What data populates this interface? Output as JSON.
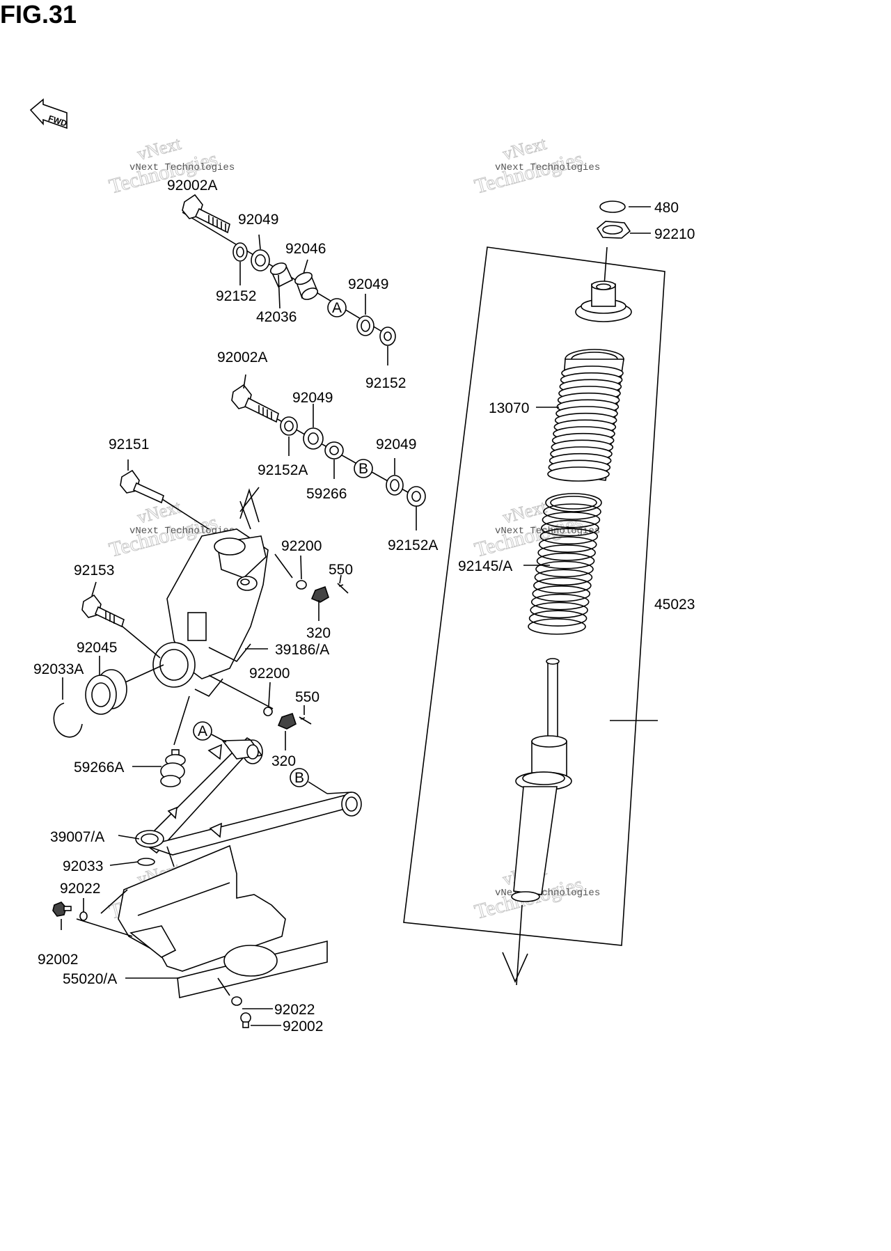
{
  "figure": {
    "title": "FIG.31",
    "fwd_label": "FWD"
  },
  "watermark": {
    "line1": "vNext Technologies",
    "line2": "vNext",
    "line3": "Technologies"
  },
  "callouts": {
    "a": "A",
    "b": "B"
  },
  "parts": [
    {
      "id": "p92002A_top",
      "label": "92002A"
    },
    {
      "id": "p92049_1",
      "label": "92049"
    },
    {
      "id": "p92046",
      "label": "92046"
    },
    {
      "id": "p92152_1",
      "label": "92152"
    },
    {
      "id": "p42036",
      "label": "42036"
    },
    {
      "id": "p92049_2",
      "label": "92049"
    },
    {
      "id": "p92152_2",
      "label": "92152"
    },
    {
      "id": "p92002A_mid",
      "label": "92002A"
    },
    {
      "id": "p92049_3",
      "label": "92049"
    },
    {
      "id": "p92152A_1",
      "label": "92152A"
    },
    {
      "id": "p92049_4",
      "label": "92049"
    },
    {
      "id": "p59266",
      "label": "59266"
    },
    {
      "id": "p92152A_2",
      "label": "92152A"
    },
    {
      "id": "p92151",
      "label": "92151"
    },
    {
      "id": "p92200_1",
      "label": "92200"
    },
    {
      "id": "p550_1",
      "label": "550"
    },
    {
      "id": "p92153",
      "label": "92153"
    },
    {
      "id": "p320_1",
      "label": "320"
    },
    {
      "id": "p92045",
      "label": "92045"
    },
    {
      "id": "p39186A",
      "label": "39186/A"
    },
    {
      "id": "p92033A",
      "label": "92033A"
    },
    {
      "id": "p92200_2",
      "label": "92200"
    },
    {
      "id": "p550_2",
      "label": "550"
    },
    {
      "id": "p320_2",
      "label": "320"
    },
    {
      "id": "p59266A",
      "label": "59266A"
    },
    {
      "id": "p39007A",
      "label": "39007/A"
    },
    {
      "id": "p92033",
      "label": "92033"
    },
    {
      "id": "p92022_1",
      "label": "92022"
    },
    {
      "id": "p92002_1",
      "label": "92002"
    },
    {
      "id": "p55020A",
      "label": "55020/A"
    },
    {
      "id": "p92022_2",
      "label": "92022"
    },
    {
      "id": "p92002_2",
      "label": "92002"
    },
    {
      "id": "p480",
      "label": "480"
    },
    {
      "id": "p92210",
      "label": "92210"
    },
    {
      "id": "p13070",
      "label": "13070"
    },
    {
      "id": "p92145A",
      "label": "92145/A"
    },
    {
      "id": "p45023",
      "label": "45023"
    }
  ]
}
